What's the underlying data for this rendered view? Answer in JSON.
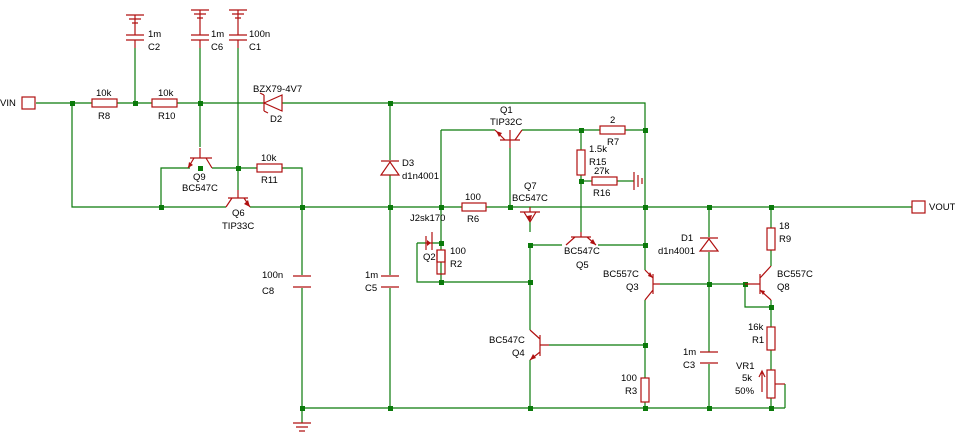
{
  "ports": {
    "vin": "VIN",
    "vout": "VOUT"
  },
  "components": {
    "c2": {
      "ref": "C2",
      "value": "1m"
    },
    "c6": {
      "ref": "C6",
      "value": "1m"
    },
    "c1": {
      "ref": "C1",
      "value": "100n"
    },
    "r8": {
      "ref": "R8",
      "value": "10k"
    },
    "r10": {
      "ref": "R10",
      "value": "10k"
    },
    "d2": {
      "ref": "D2",
      "value": "BZX79-4V7"
    },
    "q9": {
      "ref": "Q9",
      "value": "BC547C"
    },
    "r11": {
      "ref": "R11",
      "value": "10k"
    },
    "q6": {
      "ref": "Q6",
      "value": "TIP33C"
    },
    "c8": {
      "ref": "C8",
      "value": "100n"
    },
    "d3": {
      "ref": "D3",
      "value": "d1n4001"
    },
    "c5": {
      "ref": "C5",
      "value": "1m"
    },
    "q1": {
      "ref": "Q1",
      "value": "TIP32C"
    },
    "r7": {
      "ref": "R7",
      "value": "2"
    },
    "r15": {
      "ref": "R15",
      "value": "1.5k"
    },
    "r16": {
      "ref": "R16",
      "value": "27k"
    },
    "r6": {
      "ref": "R6",
      "value": "100"
    },
    "q7": {
      "ref": "Q7",
      "value": "BC547C"
    },
    "q2": {
      "ref": "Q2",
      "value": "J2sk170"
    },
    "r2": {
      "ref": "R2",
      "value": "100"
    },
    "q5": {
      "ref": "Q5",
      "value": "BC547C"
    },
    "q4": {
      "ref": "Q4",
      "value": "BC547C"
    },
    "d1": {
      "ref": "D1",
      "value": "d1n4001"
    },
    "q3": {
      "ref": "Q3",
      "value": "BC557C"
    },
    "c3": {
      "ref": "C3",
      "value": "1m"
    },
    "r3": {
      "ref": "R3",
      "value": "100"
    },
    "r9": {
      "ref": "R9",
      "value": "18"
    },
    "q8": {
      "ref": "Q8",
      "value": "BC557C"
    },
    "r1": {
      "ref": "R1",
      "value": "16k"
    },
    "vr1": {
      "ref": "VR1",
      "value": "5k",
      "setting": "50%"
    }
  },
  "colors": {
    "wire": "#0b7a0b",
    "component": "#b01010",
    "text": "#000000"
  }
}
